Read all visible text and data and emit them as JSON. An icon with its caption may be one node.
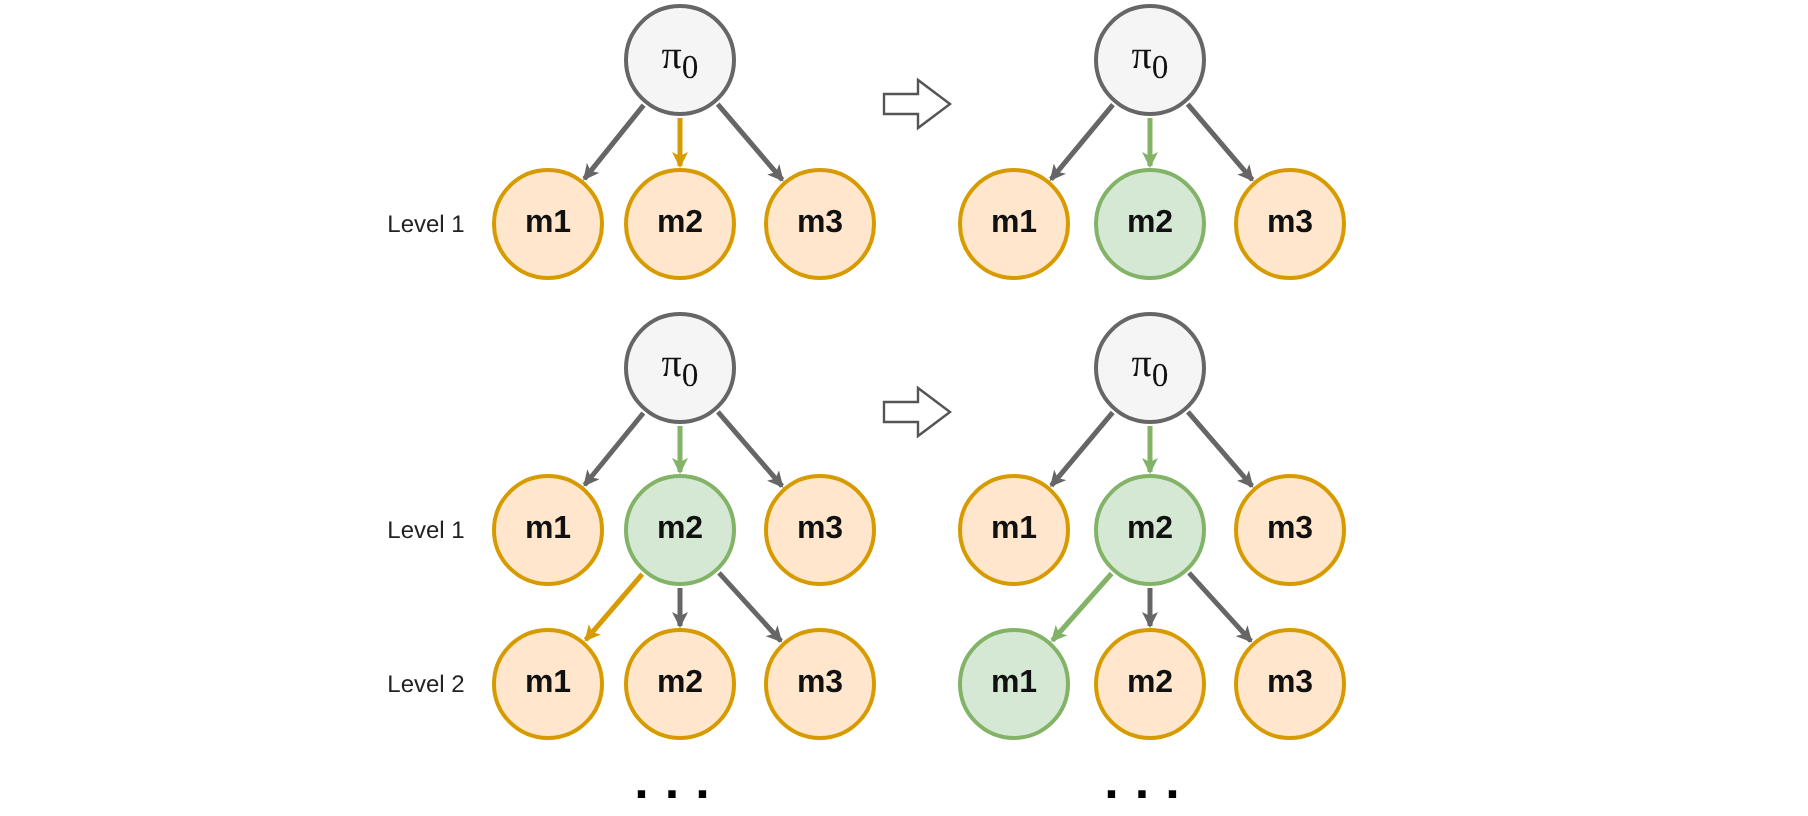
{
  "diagram": {
    "nodes": [
      {
        "text": [],
        "shape": "tree"
      },
      {
        "text": [
          "π$_{0}$"
        ],
        "in": 0
      },
      {
        "text": [
          "m1"
        ],
        "in": 0
      },
      {
        "text": [
          "m2"
        ],
        "in": 0
      },
      {
        "text": [
          "m3"
        ],
        "in": 0
      },
      {
        "text": [],
        "shape": "tree"
      },
      {
        "text": [
          "π$_{0}$"
        ],
        "in": 5
      },
      {
        "text": [
          "m1"
        ],
        "in": 5
      },
      {
        "text": [
          "m2"
        ],
        "in": 5
      },
      {
        "text": [
          "m3"
        ],
        "in": 5
      },
      {
        "text": [],
        "shape": "tree"
      },
      {
        "text": [
          "π$_{0}$"
        ],
        "in": 10
      },
      {
        "text": [
          "m1"
        ],
        "in": 10
      },
      {
        "text": [
          "m2"
        ],
        "in": 10
      },
      {
        "text": [
          "m3"
        ],
        "in": 10
      },
      {
        "text": [
          "m1"
        ],
        "in": 10
      },
      {
        "text": [
          "m2"
        ],
        "in": 10
      },
      {
        "text": [
          "m3"
        ],
        "in": 10
      },
      {
        "text": [],
        "shape": "tree"
      },
      {
        "text": [
          "π$_{0}$"
        ],
        "in": 18
      },
      {
        "text": [
          "m1"
        ],
        "in": 18
      },
      {
        "text": [
          "m2"
        ],
        "in": 18
      },
      {
        "text": [
          "m3"
        ],
        "in": 18
      },
      {
        "text": [
          "m1"
        ],
        "in": 18
      },
      {
        "text": [
          "m2"
        ],
        "in": 18
      },
      {
        "text": [
          "m3"
        ],
        "in": 18
      }
    ],
    "edges": [
      {
        "from": 1,
        "to": 2,
        "arrow": "to"
      },
      {
        "from": 1,
        "to": 3,
        "arrow": "to",
        "color": "#d79b00"
      },
      {
        "from": 1,
        "to": 4,
        "arrow": "to"
      },
      {
        "from": 0,
        "to": 5,
        "arrow": "to",
        "style": "thick"
      },
      {
        "from": 6,
        "to": 7,
        "arrow": "to"
      },
      {
        "from": 6,
        "to": 8,
        "arrow": "to",
        "color": "#82b366"
      },
      {
        "from": 6,
        "to": 9,
        "arrow": "to"
      },
      {
        "from": 11,
        "to": 12,
        "arrow": "to"
      },
      {
        "from": 11,
        "to": 13,
        "arrow": "to",
        "color": "#82b366"
      },
      {
        "from": 11,
        "to": 14,
        "arrow": "to"
      },
      {
        "from": 13,
        "to": 15,
        "arrow": "to",
        "color": "#d79b00"
      },
      {
        "from": 13,
        "to": 16,
        "arrow": "to"
      },
      {
        "from": 13,
        "to": 17,
        "arrow": "to"
      },
      {
        "from": 10,
        "to": 18,
        "arrow": "to",
        "style": "thick"
      },
      {
        "from": 19,
        "to": 20,
        "arrow": "to"
      },
      {
        "from": 19,
        "to": 21,
        "arrow": "to",
        "color": "#82b366"
      },
      {
        "from": 19,
        "to": 22,
        "arrow": "to"
      },
      {
        "from": 21,
        "to": 23,
        "arrow": "to",
        "color": "#82b366"
      },
      {
        "from": 21,
        "to": 24,
        "arrow": "to"
      },
      {
        "from": 21,
        "to": 25,
        "arrow": "to"
      }
    ],
    "labels": [
      "Level 1",
      "Level 1",
      "Level 2",
      "...",
      "..."
    ]
  }
}
